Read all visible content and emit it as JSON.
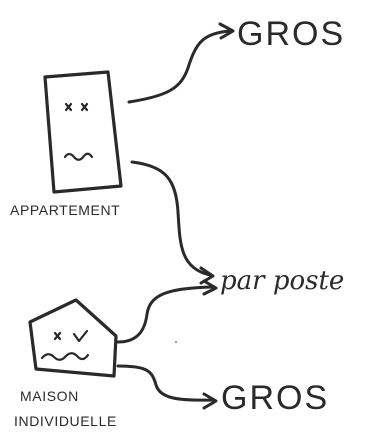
{
  "labels": {
    "gros_top": "GROS",
    "gros_bottom": "GROS",
    "par_poste": "par poste",
    "appartement": "APPARTEMENT",
    "maison_line1": "MAISON",
    "maison_line2": "INDIVIDUELLE"
  },
  "ink_color": "#2a2a2a",
  "icons": {
    "apartment": "apartment-building-icon",
    "house": "house-icon"
  }
}
